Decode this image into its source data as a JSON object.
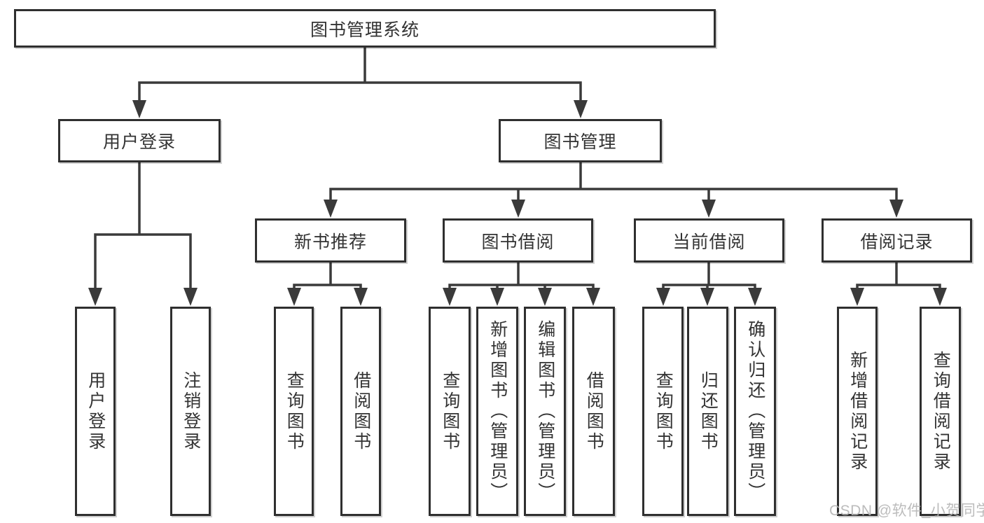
{
  "colors": {
    "line": "#3a3a3a",
    "border": "#2f2f2f",
    "text": "#333333",
    "background": "#ffffff",
    "watermark_color": "#b5b5b5"
  },
  "watermark": {
    "text": "CSDN @软件_小贺同学"
  },
  "nodes": {
    "root": "图书管理系统",
    "user_login": "用户登录",
    "book_mgmt": "图书管理",
    "new_book_rec": "新书推荐",
    "book_borrow": "图书借阅",
    "current_borrow": "当前借阅",
    "borrow_records": "借阅记录",
    "leaf_user_login": "用户登录",
    "leaf_logout": "注销登录",
    "leaf_query_book_rec": "查询图书",
    "leaf_borrow_book_rec": "借阅图书",
    "leaf_query_book_borrow": "查询图书",
    "leaf_add_book": "新增图书（管理员）",
    "leaf_edit_book": "编辑图书（管理员）",
    "leaf_borrow_book_borrow": "借阅图书",
    "leaf_query_book_current": "查询图书",
    "leaf_return_book": "归还图书",
    "leaf_confirm_return": "确认归还（管理员）",
    "leaf_add_borrow_record": "新增借阅记录",
    "leaf_query_borrow_record": "查询借阅记录"
  }
}
